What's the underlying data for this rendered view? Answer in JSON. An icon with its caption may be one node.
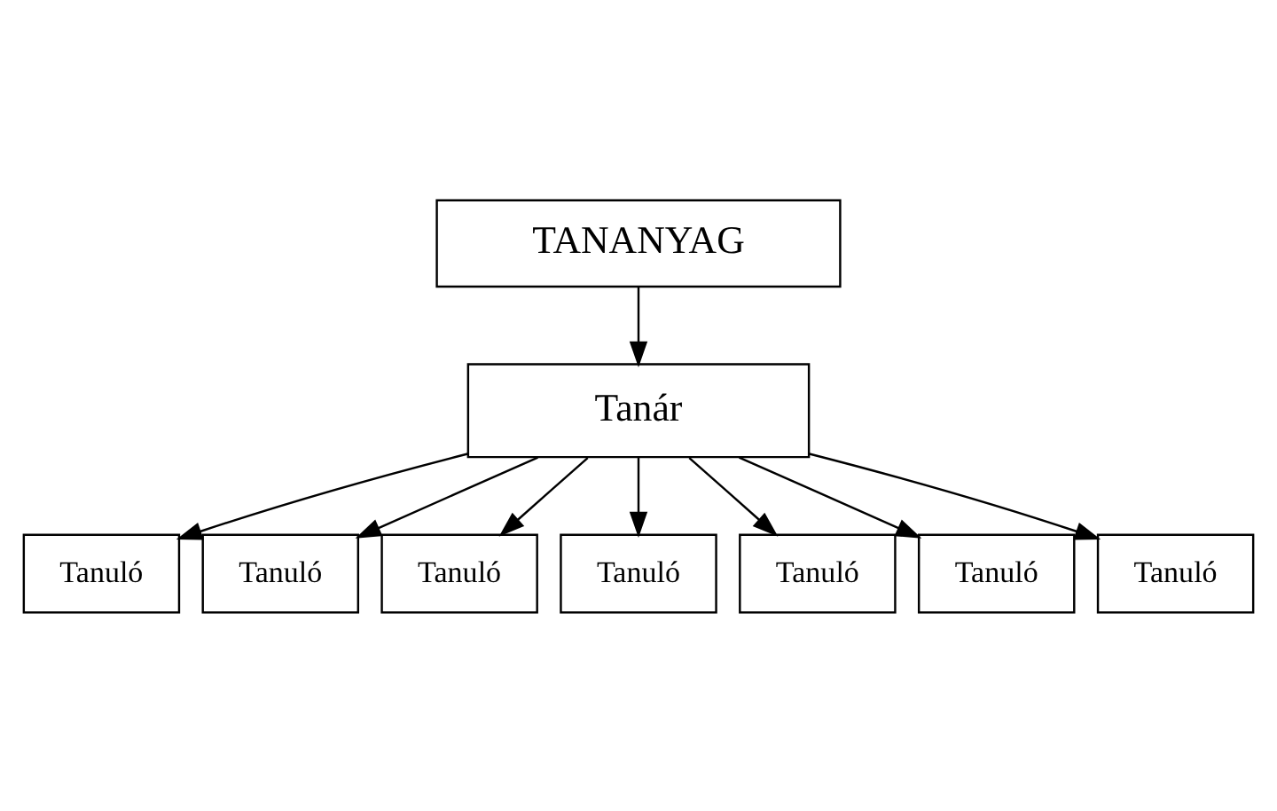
{
  "diagram": {
    "nodes": [
      {
        "text": [
          "TANANYAG"
        ]
      },
      {
        "text": [
          "Tanár"
        ]
      },
      {
        "text": [
          "Tanuló"
        ]
      },
      {
        "text": [
          "Tanuló"
        ]
      },
      {
        "text": [
          "Tanuló"
        ]
      },
      {
        "text": [
          "Tanuló"
        ]
      },
      {
        "text": [
          "Tanuló"
        ]
      },
      {
        "text": [
          "Tanuló"
        ]
      },
      {
        "text": [
          "Tanuló"
        ]
      }
    ],
    "edges": [
      {
        "from": 0,
        "to": 1,
        "arrow": "to"
      },
      {
        "from": 1,
        "to": 2,
        "arrow": "to"
      },
      {
        "from": 1,
        "to": 3,
        "arrow": "to"
      },
      {
        "from": 1,
        "to": 4,
        "arrow": "to"
      },
      {
        "from": 1,
        "to": 5,
        "arrow": "to"
      },
      {
        "from": 1,
        "to": 6,
        "arrow": "to"
      },
      {
        "from": 1,
        "to": 7,
        "arrow": "to"
      },
      {
        "from": 1,
        "to": 8,
        "arrow": "to"
      }
    ]
  }
}
